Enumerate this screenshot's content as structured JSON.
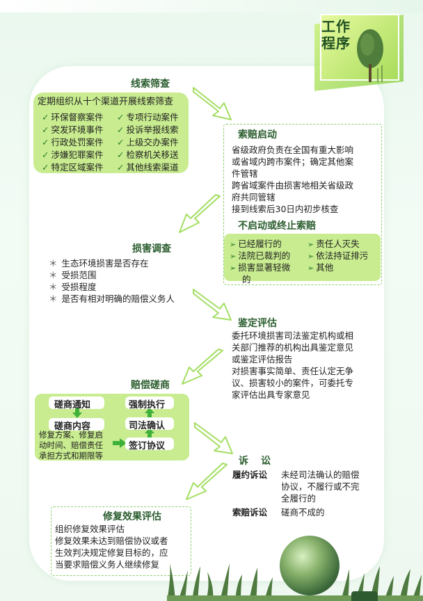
{
  "badge": {
    "line1": "工作",
    "line2": "程序"
  },
  "clue": {
    "title": "线索筛查",
    "intro": "定期组织从十个渠道开展线索筛查",
    "items": [
      "环保督察案件",
      "专项行动案件",
      "突发环境事件",
      "投诉举报线索",
      "行政处罚案件",
      "上级交办案件",
      "涉嫌犯罪案件",
      "检察机关移送",
      "特定区域案件",
      "其他线索渠道"
    ],
    "check_mark": "✓"
  },
  "start": {
    "title": "索赔启动",
    "lines": [
      "省级政府负责在全国有重大影响",
      "或省域内跨市案件；确定其他案",
      "件管辖",
      "跨省域案件由损害地相关省级政",
      "府共同管辖",
      "接到线索后30日内初步核查"
    ]
  },
  "stop": {
    "title": "不启动或终止索赔",
    "left": [
      "已经履行的",
      "法院已裁判的",
      "损害显著轻微",
      "的"
    ],
    "right": [
      "责任人灭失",
      "依法持证排污",
      "其他"
    ],
    "marker": "➢"
  },
  "investigation": {
    "title": "损害调查",
    "marker": "＊",
    "items": [
      "生态环境损害是否存在",
      "受损范围",
      "受损程度",
      "是否有相对明确的赔偿义务人"
    ]
  },
  "assessment": {
    "title": "鉴定评估",
    "lines": [
      "委托环境损害司法鉴定机构或相",
      "关部门推荐的机构出具鉴定意见",
      "或鉴定评估报告",
      "对损害事实简单、责任认定无争",
      "议、损害较小的案件，可委托专",
      "家评估出具专家意见"
    ]
  },
  "compensation": {
    "title": "赔偿磋商",
    "notice": "磋商通知",
    "content": "磋商内容",
    "content_lines": [
      "修复方案、修复启",
      "动时间、赔偿责任",
      "承担方式和期限等"
    ],
    "sign": "签订协议",
    "judicial": "司法确认",
    "enforce": "强制执行"
  },
  "litigation": {
    "title": "诉　讼",
    "perform_label": "履约诉讼",
    "perform_lines": [
      "未经司法确认的赔偿",
      "协议，不履行或不完",
      "全履行的"
    ],
    "claim_label": "索赔诉讼",
    "claim_text": "磋商不成的"
  },
  "repair": {
    "title": "修复效果评估",
    "lines": [
      "组织修复效果评估",
      "修复效果未达到赔偿协议或者",
      "生效判决规定修复目标的，应",
      "当要求赔偿义务人继续修复"
    ]
  },
  "colors": {
    "accent": "#c8ec8f",
    "title": "#2b5d2e",
    "arrow": "#a3de62",
    "dark": "#2e5a2f"
  },
  "icons": [
    "tree-icon",
    "arrow-icon",
    "globe-icon",
    "grass-icon"
  ]
}
